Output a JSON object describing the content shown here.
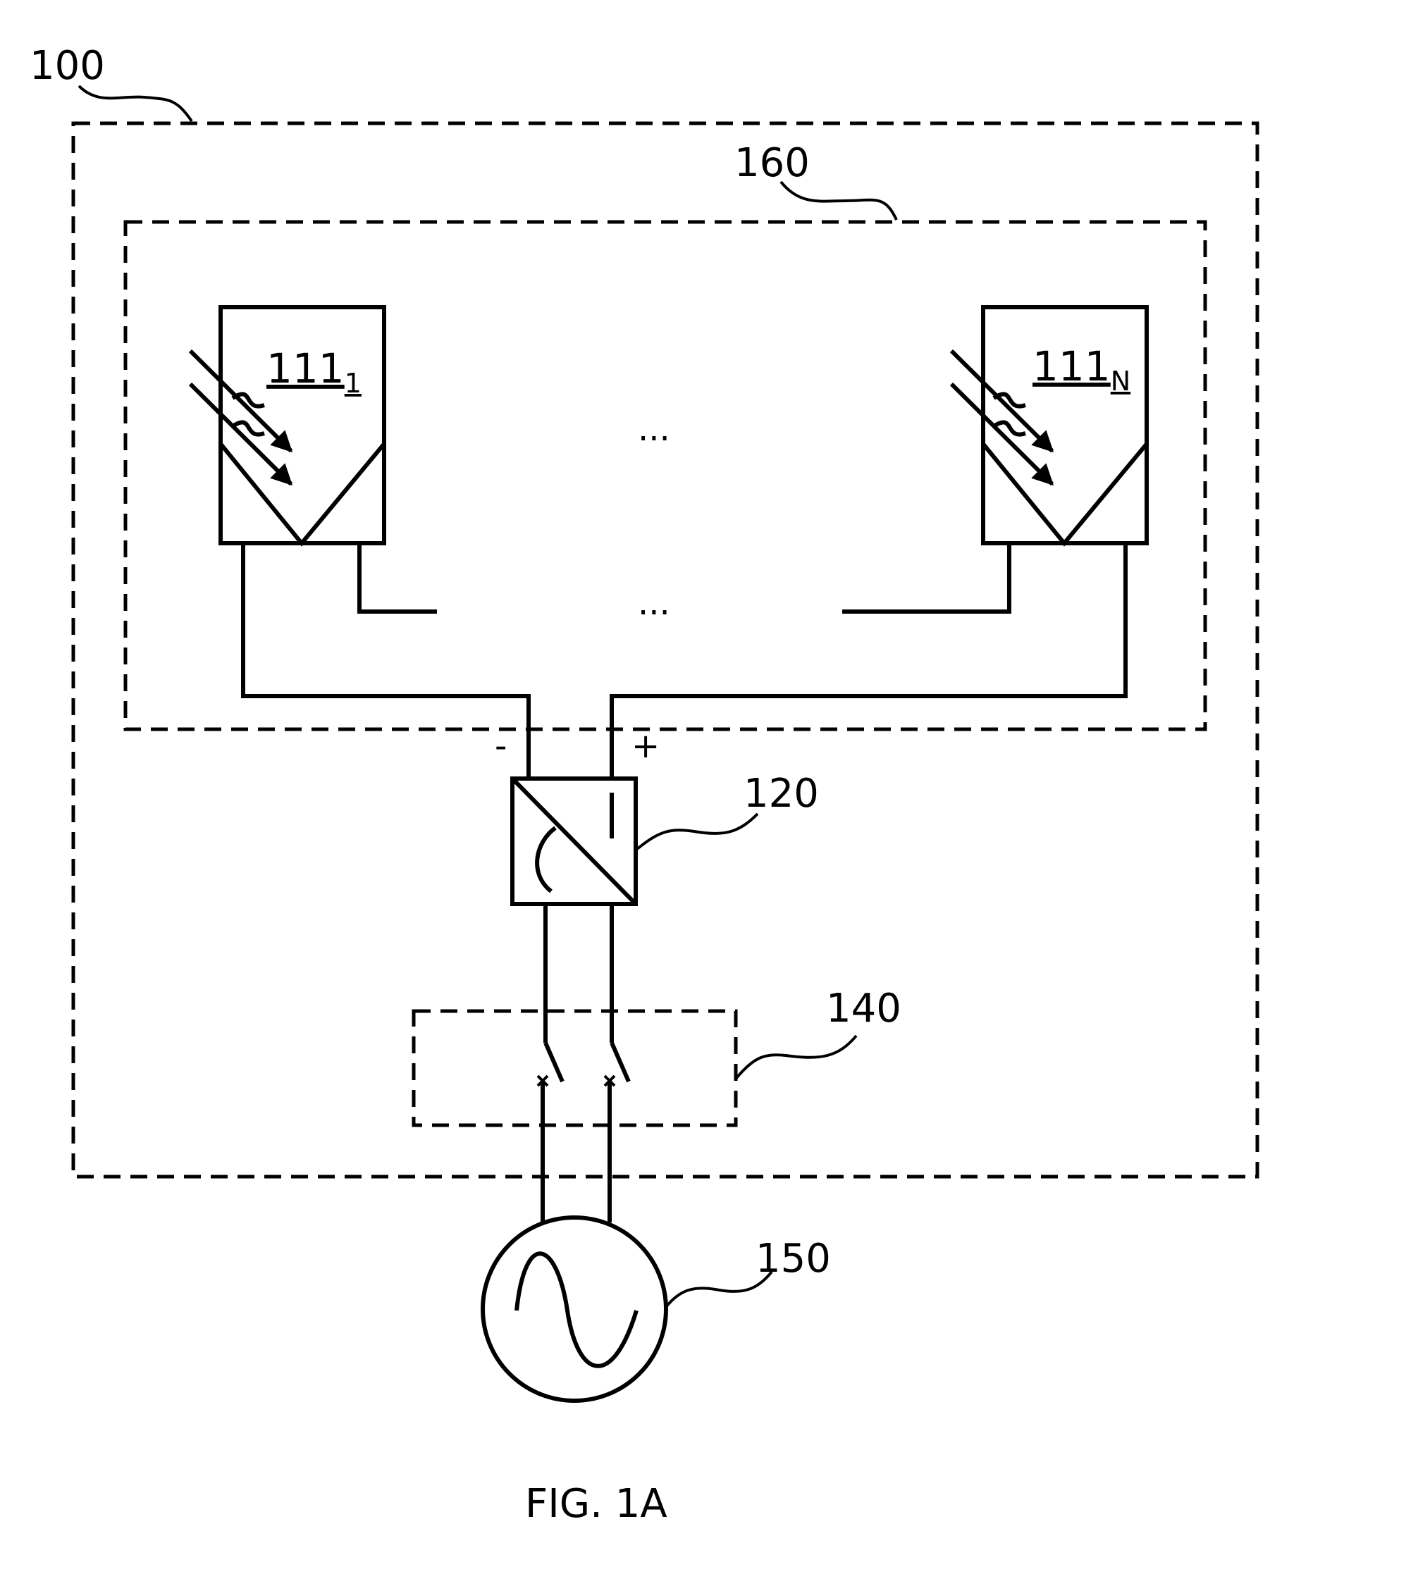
{
  "labels": {
    "system": "100",
    "array": "160",
    "module_first": "111",
    "module_first_sub": "1",
    "module_last": "111",
    "module_last_sub": "N",
    "ellipsis_modules": "...",
    "ellipsis_wiring": "...",
    "minus": "-",
    "plus": "+",
    "inverter": "120",
    "switch": "140",
    "grid": "150",
    "caption": "FIG. 1A"
  },
  "icons": {
    "module": "solar-panel-icon",
    "inverter": "dc-ac-inverter-icon",
    "switch": "two-pole-switch-icon",
    "grid": "ac-source-icon"
  }
}
